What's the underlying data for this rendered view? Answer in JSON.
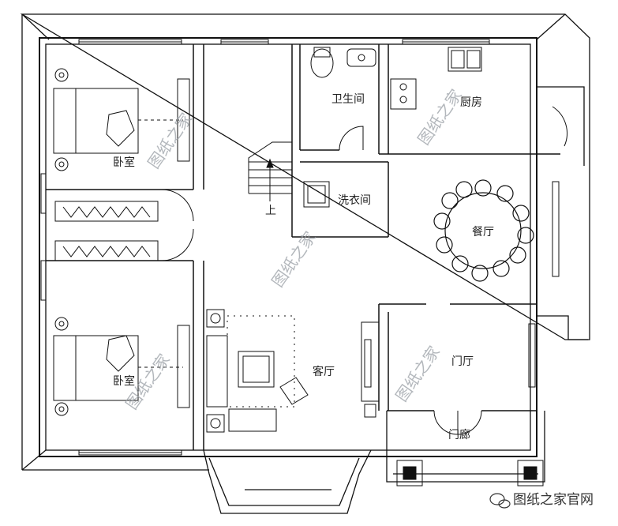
{
  "rooms": {
    "bedroom_top": "卧室",
    "bedroom_bottom": "卧室",
    "bathroom": "卫生间",
    "kitchen": "厨房",
    "laundry": "洗衣间",
    "dining": "餐厅",
    "living": "客厅",
    "foyer": "门厅",
    "porch": "门廊",
    "stair_up": "上"
  },
  "watermark": "图纸之家",
  "footer": {
    "brand": "图纸之家官网"
  },
  "colors": {
    "line": "#111111",
    "watermark": "#9aa0a6"
  }
}
